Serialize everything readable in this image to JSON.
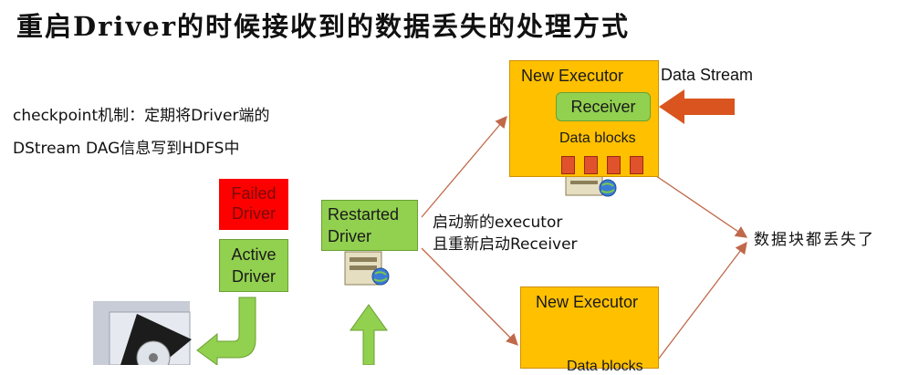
{
  "title": "重启Driver的时候接收到的数据丢失的处理方式",
  "checkpoint_note": {
    "line1": "checkpoint机制：定期将Driver端的",
    "line2": "DStream DAG信息写到HDFS中"
  },
  "failed_driver": {
    "line1": "Failed",
    "line2": "Driver"
  },
  "active_driver": {
    "line1": "Active",
    "line2": "Driver"
  },
  "restarted_driver": {
    "line1": "Restarted",
    "line2": "Driver"
  },
  "restart_note": {
    "line1": "启动新的executor",
    "line2": "且重新启动Receiver"
  },
  "executor_top": {
    "title": "New Executor",
    "receiver": "Receiver",
    "blocks_label": "Data blocks",
    "block_count": 4
  },
  "data_stream": "Data Stream",
  "data_lost_note": "数据块都丢失了",
  "executor_bottom": {
    "title": "New Executor",
    "blocks_label": "Data blocks"
  },
  "colors": {
    "green": "#92d050",
    "red": "#ff0000",
    "orange": "#ffc000",
    "arrow_line": "#c0694a",
    "thick_arrow": "#d9541e"
  }
}
